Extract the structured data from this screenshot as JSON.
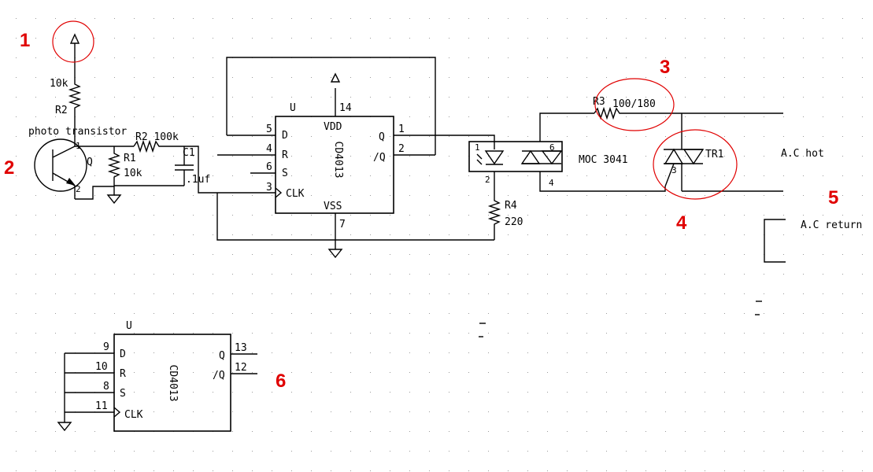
{
  "colors": {
    "wire": "#000000",
    "annotation": "#e00000",
    "background": "#ffffff",
    "grid_dot": "#9a9a9a"
  },
  "annotations": [
    "1",
    "2",
    "3",
    "4",
    "5",
    "6"
  ],
  "labels": {
    "r2_value": "10k",
    "r2_ref": "R2",
    "phototransistor": "photo transistor",
    "q_ref": "Q",
    "pin_c": "1",
    "pin_e": "2",
    "r1_ref": "R1",
    "r1_value": "10k",
    "r2b_label": "R2 100k",
    "c1_ref": "C1",
    "c1_value": ".1uf",
    "u_ref": "U",
    "chip_name": "CD4013",
    "pin_names": {
      "d": "D",
      "r": "R",
      "s": "S",
      "clk": "CLK",
      "vdd": "VDD",
      "vss": "VSS",
      "q": "Q",
      "qn": "/Q"
    },
    "u1_pins": {
      "d": "5",
      "r": "4",
      "s": "6",
      "clk": "3",
      "vdd": "14",
      "vss": "7",
      "q": "1",
      "qn": "2"
    },
    "opto_name": "MOC 3041",
    "opto_pins": {
      "p1": "1",
      "p2": "2",
      "p4": "4",
      "p6": "6"
    },
    "r4_ref": "R4",
    "r4_value": "220",
    "r3_ref": "R3",
    "r3_value": "100/180",
    "triac_ref": "TR1",
    "triac_pin": "3",
    "ac_hot": "A.C hot",
    "ac_return": "A.C return",
    "u2_pins": {
      "d": "9",
      "r": "10",
      "s": "8",
      "clk": "11",
      "q": "13",
      "qn": "12"
    }
  }
}
